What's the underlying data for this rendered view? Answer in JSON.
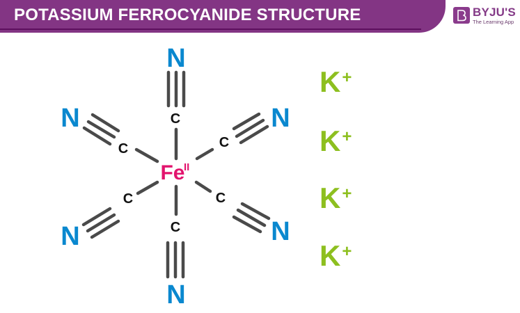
{
  "header": {
    "title": "POTASSIUM FERROCYANIDE STRUCTURE",
    "banner_color": "#833584"
  },
  "logo": {
    "brand": "BYJU'S",
    "tagline": "The Learning App",
    "icon": "byjus-b-icon"
  },
  "molecule": {
    "central_atom": "Fe",
    "oxidation_state": "II",
    "ligand_carbon": "C",
    "ligand_nitrogen": "N",
    "ligand_count": 6,
    "bond_type_c_n": "triple",
    "colors": {
      "N": "#0a88cf",
      "C": "#111111",
      "Fe": "#e2136d",
      "K": "#8dbf1f",
      "bond": "#4a4a4a"
    }
  },
  "counter_ions": [
    {
      "symbol": "K",
      "charge": "+"
    },
    {
      "symbol": "K",
      "charge": "+"
    },
    {
      "symbol": "K",
      "charge": "+"
    },
    {
      "symbol": "K",
      "charge": "+"
    }
  ]
}
